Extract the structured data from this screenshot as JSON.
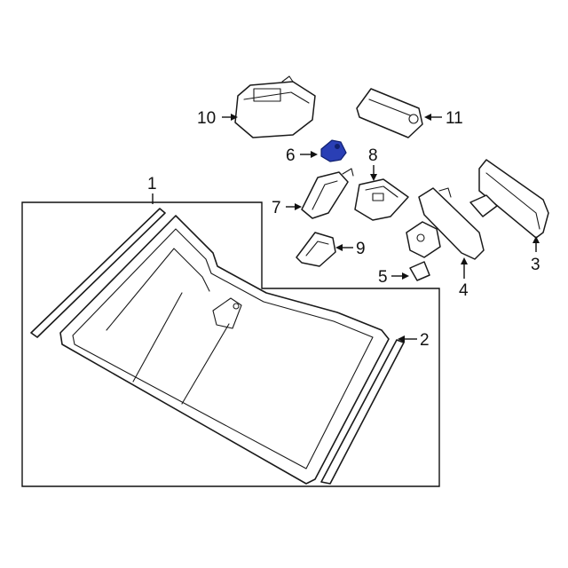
{
  "diagram": {
    "highlight_color": "#2a3fb5",
    "line_color": "#1a1a1a",
    "callouts": {
      "c1": "1",
      "c2": "2",
      "c3": "3",
      "c4": "4",
      "c5": "5",
      "c6": "6",
      "c7": "7",
      "c8": "8",
      "c9": "9",
      "c10": "10",
      "c11": "11"
    }
  }
}
